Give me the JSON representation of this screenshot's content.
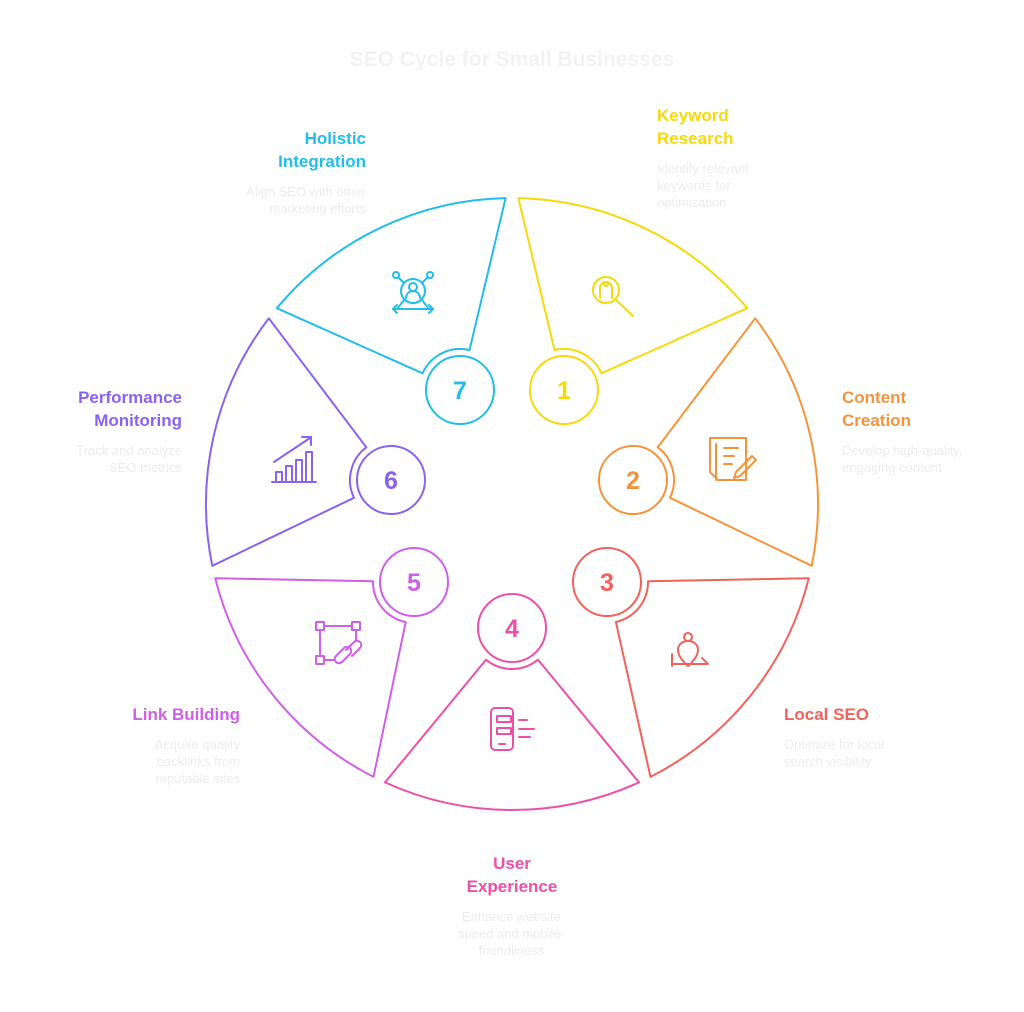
{
  "title": "SEO Cycle for Small Businesses",
  "steps": [
    {
      "number": "1",
      "title": "Keyword Research",
      "title_lines": [
        "Keyword",
        "Research"
      ],
      "description": "Identify relevant keywords for optimization",
      "color": "#f5d90a",
      "icon": "magnifier-icon"
    },
    {
      "number": "2",
      "title": "Content Creation",
      "title_lines": [
        "Content",
        "Creation"
      ],
      "description": "Develop high-quality, engaging content",
      "color": "#f4943a",
      "icon": "document-pencil-icon"
    },
    {
      "number": "3",
      "title": "Local SEO",
      "title_lines": [
        "Local SEO"
      ],
      "description": "Optimize for local search visibility",
      "color": "#f0625a",
      "icon": "location-pin-icon"
    },
    {
      "number": "4",
      "title": "User Experience",
      "title_lines": [
        "User",
        "Experience"
      ],
      "description": "Enhance website speed and mobile-friendliness",
      "color": "#ec4fa8",
      "icon": "mobile-layout-icon"
    },
    {
      "number": "5",
      "title": "Link Building",
      "title_lines": [
        "Link Building"
      ],
      "description": "Acquire quality backlinks from reputable sites",
      "color": "#cf5fe6",
      "icon": "link-icon"
    },
    {
      "number": "6",
      "title": "Performance Monitoring",
      "title_lines": [
        "Performance",
        "Monitoring"
      ],
      "description": "Track and analyze SEO metrics",
      "color": "#8a62ee",
      "icon": "growth-chart-icon"
    },
    {
      "number": "7",
      "title": "Holistic Integration",
      "title_lines": [
        "Holistic",
        "Integration"
      ],
      "description": "Align SEO with other marketing efforts",
      "color": "#22bde8",
      "icon": "network-user-icon"
    }
  ]
}
